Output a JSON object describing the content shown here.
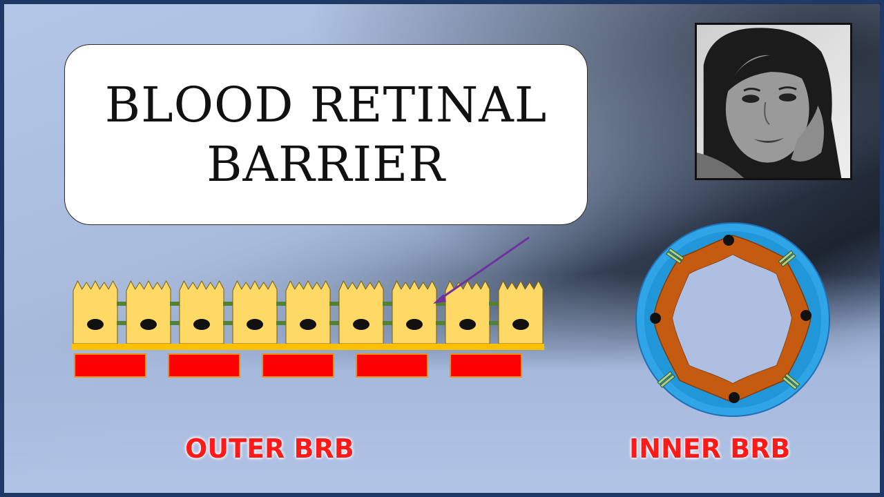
{
  "slide": {
    "title_line1": "BLOOD RETINAL",
    "title_line2": "BARRIER",
    "outer_label": "OUTER BRB",
    "inner_label": "INNER BRB"
  },
  "colors": {
    "border": "#1f3864",
    "cell_fill": "#ffd966",
    "cell_stroke": "#7f6000",
    "tight_junction": "#548235",
    "basement_membrane": "#ffc000",
    "capillary_red": "#ff0000",
    "vessel_blue": "#2fa4e7",
    "endothelium": "#c55a11",
    "junction_green": "#a9d18e",
    "arrow": "#7030a0",
    "label_red": "#ff1a1a"
  },
  "icons": {
    "photo": "portrait-photo"
  }
}
